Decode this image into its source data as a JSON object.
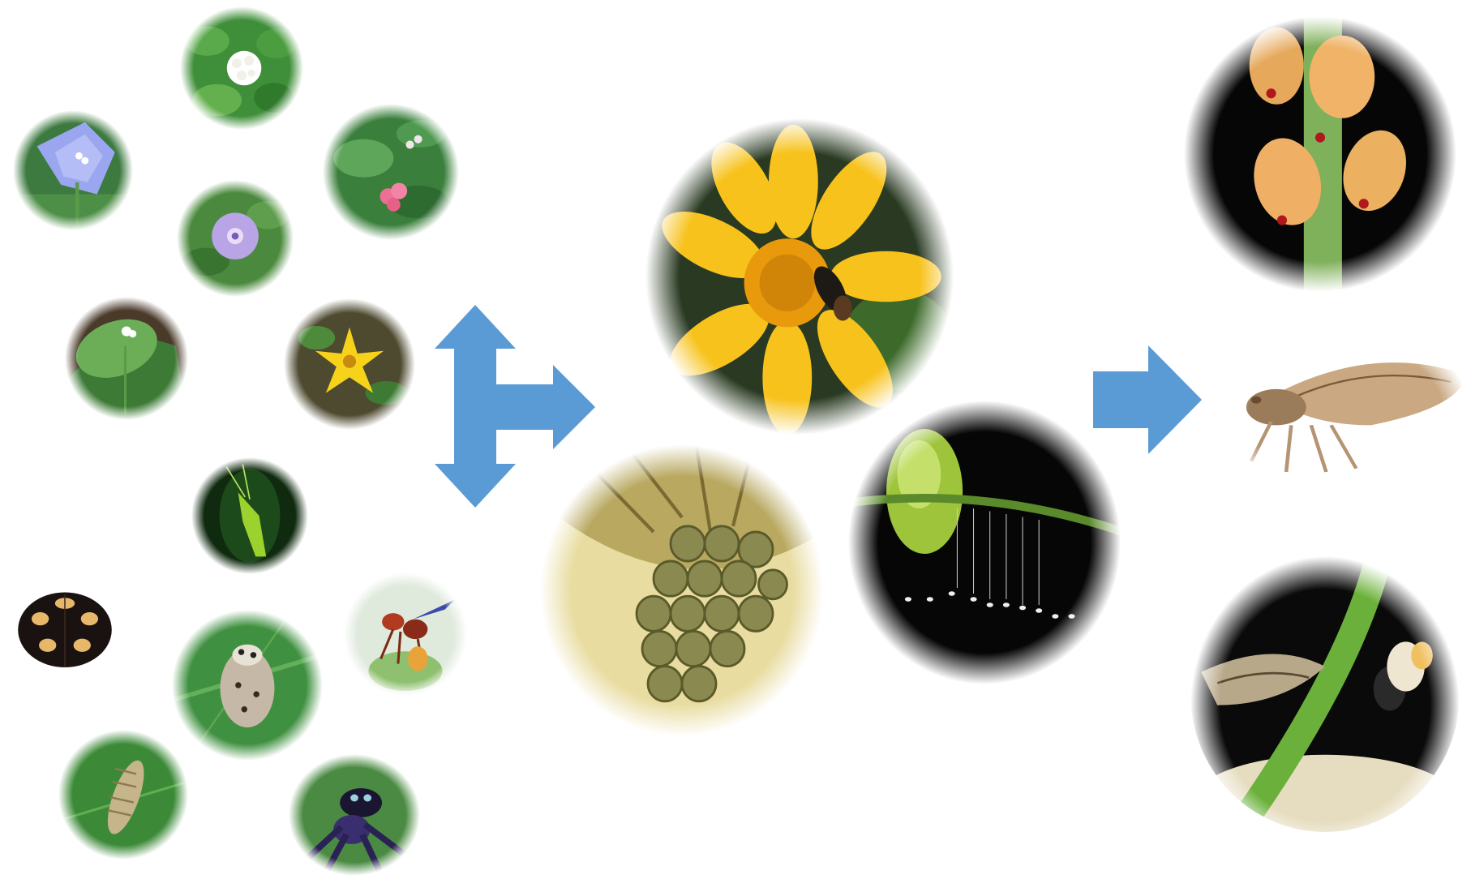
{
  "colors": {
    "arrow": "#5b9bd5",
    "leaf_green": "#3f8f3a",
    "dark_green": "#1f4a1c",
    "yellow_flower": "#f7c21b",
    "flower_center": "#e89a0c",
    "purple_flower": "#b9a4e6",
    "blue_flower": "#9aa6f0",
    "pink_flower": "#ee6f95",
    "black_bg": "#060606",
    "psyllid_orange": "#f0b368",
    "psyllid_tan": "#c9a882",
    "egg_cream": "#e8dca0",
    "ladybug_black": "#1a1210",
    "ladybug_spot": "#e8b86a",
    "wasp_red": "#b23a20",
    "spider_purple": "#3a2f6e",
    "lacewing_green": "#9bd22e"
  },
  "diagram": {
    "left_group": {
      "plants": [
        "white-flower-photo",
        "blue-morning-glory-photo",
        "pink-flower-photo",
        "purple-flower-photo",
        "white-small-flower-photo",
        "yellow-star-flower-photo"
      ],
      "natural_enemies": [
        "green-lacewing-photo",
        "ladybug-photo",
        "tortoise-beetle-photo",
        "wasp-photo",
        "lacewing-larva-photo",
        "jumping-spider-photo"
      ]
    },
    "middle_group": [
      "yellow-flower-with-insect-photo",
      "egg-cluster-photo",
      "lacewing-egg-stalks-photo"
    ],
    "right_group": [
      "psyllid-nymphs-photo",
      "psyllid-adult-photo",
      "psyllid-on-stem-photo"
    ],
    "arrows": [
      "branch-arrow",
      "right-arrow"
    ]
  }
}
